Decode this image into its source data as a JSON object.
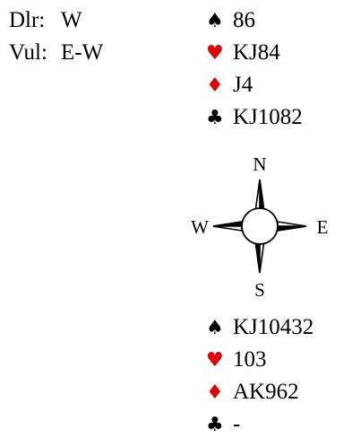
{
  "deal_info": {
    "dealer_label": "Dlr:",
    "dealer_value": "W",
    "vul_label": "Vul:",
    "vul_value": "E-W"
  },
  "suit_symbols": {
    "spades": "♠",
    "hearts": "♥",
    "diamonds": "♦",
    "clubs": "♣"
  },
  "colors": {
    "black_suit": "#000000",
    "red_suit": "#e00000"
  },
  "north": {
    "spades": "86",
    "hearts": "KJ84",
    "diamonds": "J4",
    "clubs": "KJ1082"
  },
  "compass": {
    "north": "N",
    "south": "S",
    "west": "W",
    "east": "E"
  },
  "south": {
    "spades": "KJ10432",
    "hearts": "103",
    "diamonds": "AK962",
    "clubs": "-"
  }
}
